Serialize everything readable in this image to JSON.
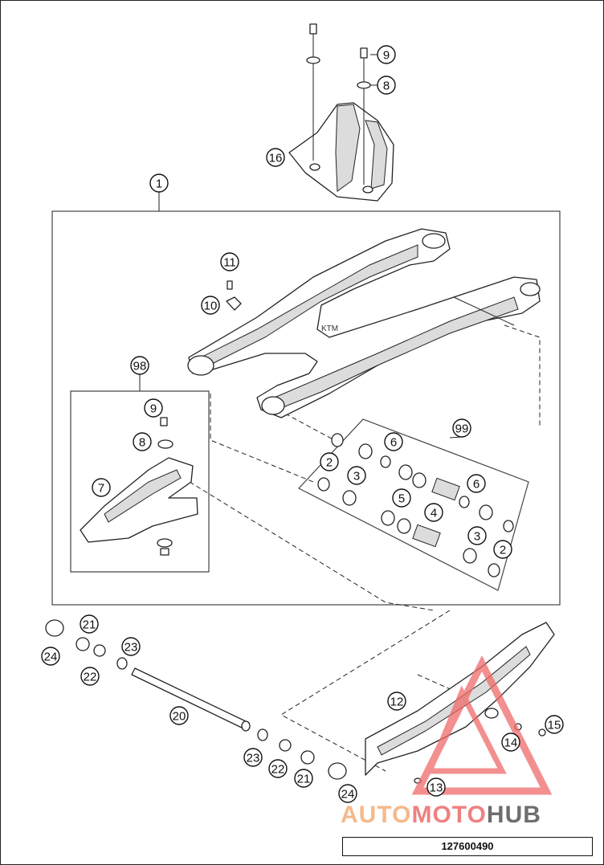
{
  "diagram": {
    "reference_number": "127600490",
    "callouts": {
      "c1": "1",
      "c2a": "2",
      "c2b": "2",
      "c3a": "3",
      "c3b": "3",
      "c4": "4",
      "c5": "5",
      "c6a": "6",
      "c6b": "6",
      "c7": "7",
      "c8a": "8",
      "c8b": "8",
      "c9a": "9",
      "c9b": "9",
      "c10": "10",
      "c11": "11",
      "c12": "12",
      "c13": "13",
      "c14": "14",
      "c15": "15",
      "c16": "16",
      "c20": "20",
      "c21a": "21",
      "c21b": "21",
      "c22a": "22",
      "c22b": "22",
      "c23a": "23",
      "c23b": "23",
      "c24a": "24",
      "c24b": "24",
      "c98": "98",
      "c99": "99"
    }
  },
  "watermark": {
    "part1": "AUTO",
    "part2": "MOTO",
    "part3": "HUB",
    "color_part1": "#f5b98a",
    "color_part2": "#f08080",
    "color_part3": "#6e6e6e",
    "triangle_color": "#ef6a6a"
  }
}
